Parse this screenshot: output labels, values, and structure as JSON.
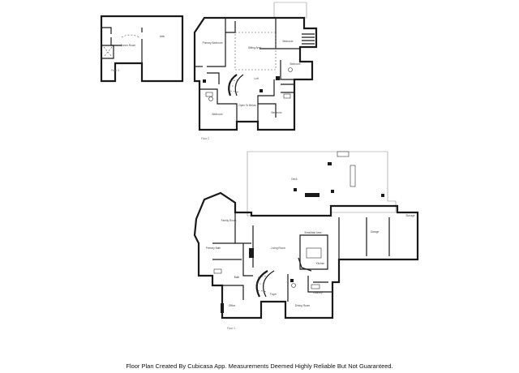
{
  "plan": {
    "caption": "Floor Plan Created By Cubicasa App. Measurements Deemed Highly Reliable But Not Guaranteed.",
    "floor_tags": {
      "floor_3": "Floor 3",
      "floor_2": "Floor 2",
      "floor_1": "Floor 1"
    },
    "rooms": {
      "bonus_room": "Bonus Room",
      "attic": "Attic",
      "primary_bedroom": "Primary Bedroom",
      "sitting_area": "Sitting Area",
      "bedroom_north": "Bedroom",
      "bedroom_east": "Bedroom",
      "bedroom_sw": "Bedroom",
      "bedroom_se": "Bedroom",
      "loft": "Loft",
      "open_to_below": "Open To Below",
      "deck": "Deck",
      "family_room": "Family Room",
      "breakfast_area": "Breakfast Area",
      "primary_bath": "Primary Bath",
      "living_room": "Living Room",
      "kitchen": "Kitchen",
      "garage": "Garage",
      "office": "Office",
      "dining_room": "Dining Room",
      "foyer": "Foyer",
      "bath": "Bath",
      "laundry": "Laundry",
      "storage": "Storage"
    }
  }
}
